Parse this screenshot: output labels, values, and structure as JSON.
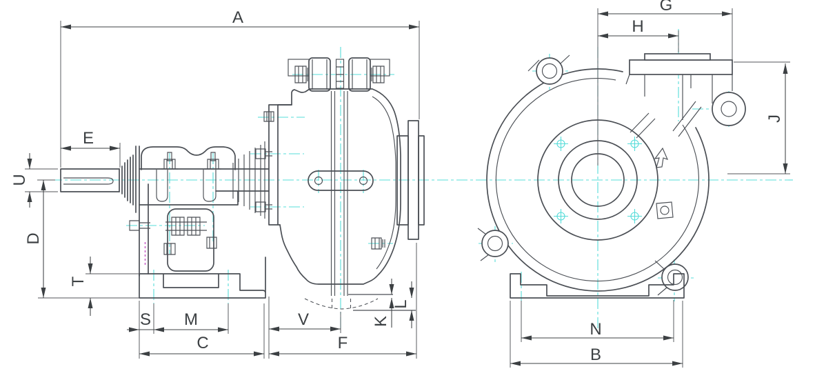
{
  "drawing": {
    "type": "engineering dimensional drawing",
    "subject": "horizontal slurry pump outline, side view and front view",
    "colors": {
      "background": "#ffffff",
      "object_lines": "#4a4e54",
      "dimension_lines": "#3c4043",
      "centerlines": "#55dcd9",
      "hidden_marker": "#c75bc7",
      "label_text": "#3c4043"
    },
    "dimension_labels": {
      "A": "A",
      "B": "B",
      "C": "C",
      "D": "D",
      "E": "E",
      "F": "F",
      "G": "G",
      "H": "H",
      "J": "J",
      "K": "K",
      "L": "L",
      "M": "M",
      "N": "N",
      "S": "S",
      "T": "T",
      "U": "U",
      "V": "V"
    },
    "horizontal_dimensions": [
      "A",
      "E",
      "S",
      "M",
      "C",
      "V",
      "F",
      "G",
      "H",
      "N",
      "B"
    ],
    "vertical_dimensions": [
      "U",
      "D",
      "T",
      "K",
      "L",
      "J"
    ]
  }
}
